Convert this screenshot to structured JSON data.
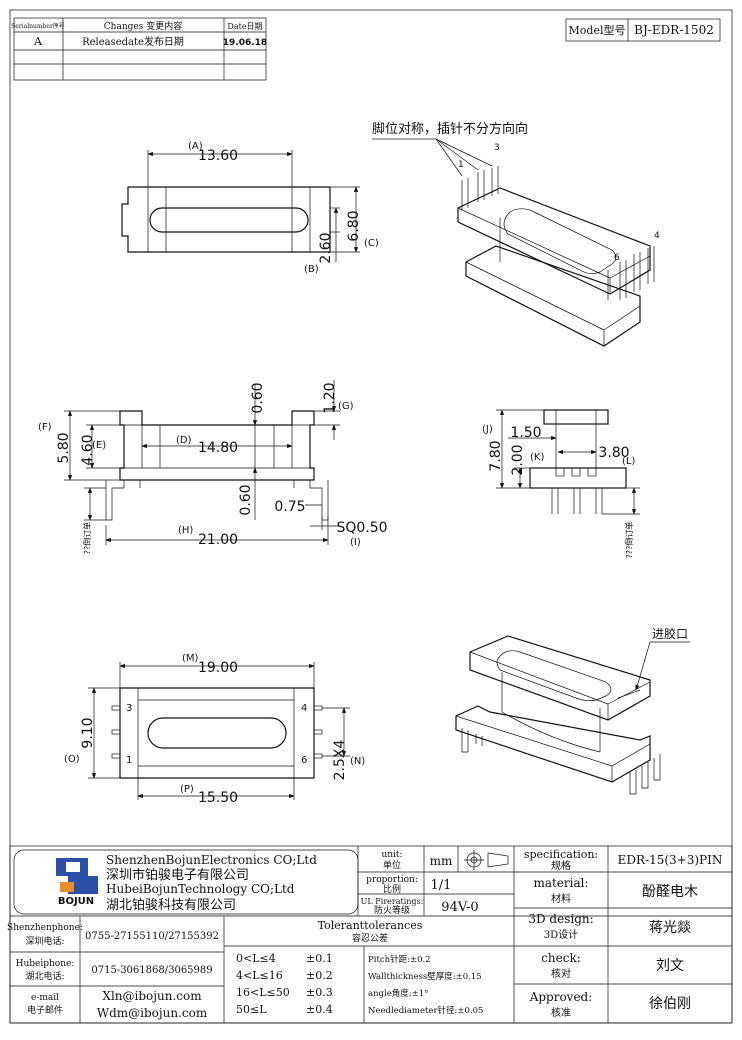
{
  "revision_table": {
    "headers": {
      "serial": "Serialnumber序号",
      "changes": "Changes 变更内容",
      "date": "Date日期"
    },
    "rows": [
      {
        "serial": "A",
        "changes": "Releasedate发布日期",
        "date": "19.06.18"
      }
    ]
  },
  "model": {
    "label": "Model型号",
    "value": "BJ-EDR-1502"
  },
  "note_pins": "脚位对称，插针不分方向向",
  "pin_numbers": {
    "p1": "1",
    "p3": "3",
    "p4": "4",
    "p6": "6"
  },
  "gate_label": "进胶口",
  "top_view": {
    "A_label": "(A)",
    "A_value": "13.60",
    "B_label": "(B)",
    "B_value": "2.60",
    "C_label": "(C)",
    "C_value": "6.80"
  },
  "front_view": {
    "G_value": "1.20",
    "G_label": "(G)",
    "top_thk": "0.60",
    "F_label": "(F)",
    "F_value": "5.80",
    "E_label": "(E)",
    "E_value": "4.60",
    "D_label": "(D)",
    "D_value": "14.80",
    "bot_thk": "0.60",
    "pin_off": "0.75",
    "pin_sq": "SQ0.50",
    "I_label": "(I)",
    "H_label": "(H)",
    "H_value": "21.00",
    "pin_len": "??倒订单"
  },
  "side_view": {
    "J_label": "(J)",
    "J_value": "1.50",
    "total": "7.80",
    "K_value": "2.00",
    "K_label": "(K)",
    "L_value": "3.80",
    "L_label": "(L)",
    "pin_len": "???倒订单"
  },
  "bottom_view": {
    "M_label": "(M)",
    "M_value": "19.00",
    "O_label": "(O)",
    "O_value": "9.10",
    "N_value": "2.5X4",
    "N_label": "(N)",
    "P_label": "(P)",
    "P_value": "15.50",
    "pins": {
      "p1": "1",
      "p3": "3",
      "p4": "4",
      "p6": "6"
    }
  },
  "title_block": {
    "company": {
      "en1": "ShenzhenBojunElectronics CO;Ltd",
      "cn1": "深圳市铂骏电子有限公司",
      "en2": "HubeiBojunTechnology CO;Ltd",
      "cn2": "湖北铂骏科技有限公司",
      "logo_text": "BOJUN"
    },
    "unit_label": "unit:",
    "unit_label_cn": "单位",
    "unit_value": "mm",
    "proportion_label": "proportion:",
    "proportion_label_cn": "比例",
    "proportion_value": "1/1",
    "ul_label": "UL Fireratings:",
    "ul_label_cn": "防火等级",
    "ul_value": "94V-0",
    "spec_label": "specification:",
    "spec_label_cn": "规格",
    "spec_value": "EDR-15(3+3)PIN",
    "material_label": "material:",
    "material_label_cn": "材料",
    "material_value": "酚醛电木",
    "design_label": "3D design:",
    "design_label_cn": "3D设计",
    "design_value": "蒋光燚",
    "check_label": "check:",
    "check_label_cn": "核对",
    "check_value": "刘文",
    "approved_label": "Approved:",
    "approved_label_cn": "核准",
    "approved_value": "徐伯刚",
    "sz_phone_label": "Shenzhenphone:",
    "sz_phone_label_cn": "深圳电话:",
    "sz_phone": "0755-27155110/27155392",
    "hb_phone_label": "Hubeiphone:",
    "hb_phone_label_cn": "湖北电话:",
    "hb_phone": "0715-3061868/3065989",
    "email_label": "e-mail",
    "email_label_cn": "电子邮件",
    "email1": "Xln@ibojun.com",
    "email2": "Wdm@ibojun.com",
    "tol_title": "Toleranttolerances",
    "tol_title_cn": "容忍公差",
    "tolerances": [
      {
        "range": "0<L≤4",
        "value": "±0.1"
      },
      {
        "range": "4<L≤16",
        "value": "±0.2"
      },
      {
        "range": "16<L≤50",
        "value": "±0.3"
      },
      {
        "range": "50≤L",
        "value": "±0.4"
      }
    ],
    "notes": [
      "Pitch针距:±0.2",
      "Wallthickness壁厚度:±0.15",
      "angle角度:±1°",
      "Needlediameter针径:±0.05"
    ]
  }
}
